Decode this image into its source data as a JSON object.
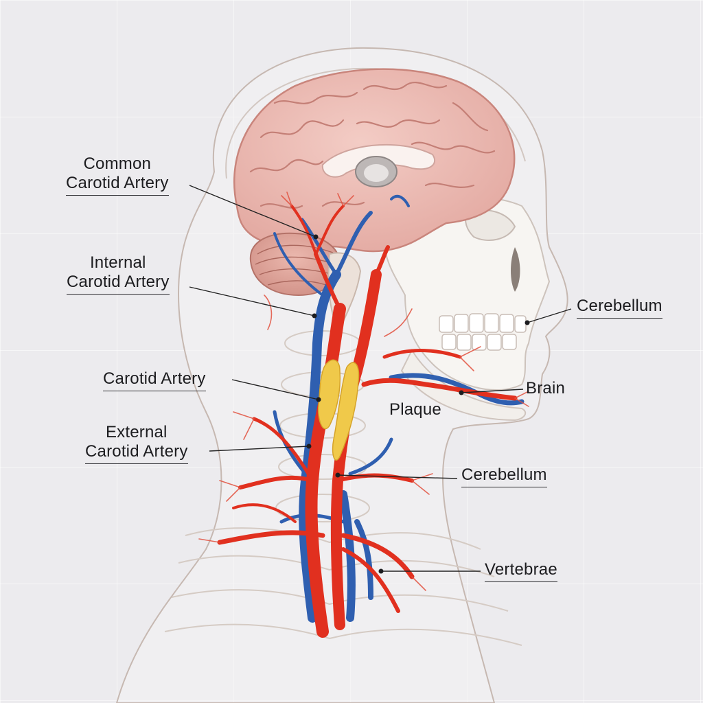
{
  "labels": {
    "common_carotid": [
      "Common",
      "Carotid Artery"
    ],
    "internal_carotid": [
      "Internal",
      "Carotid Artery"
    ],
    "carotid_artery": "Carotid Artery",
    "external_carotid": [
      "External",
      "Carotid Artery"
    ],
    "cerebellum_right": "Cerebellum",
    "brain": "Brain",
    "plaque": "Plaque",
    "cerebellum_lower": "Cerebellum",
    "vertebrae": "Vertebrae"
  },
  "colors": {
    "background": "#ecebee",
    "artery": "#e1301f",
    "vein": "#2f5fb0",
    "plaque": "#f0c94a",
    "brain": "#ecb9b1",
    "brain_fold": "#c7837b",
    "skull": "#f6f4f1",
    "outline": "#b9aaa3",
    "leader": "#222222"
  }
}
